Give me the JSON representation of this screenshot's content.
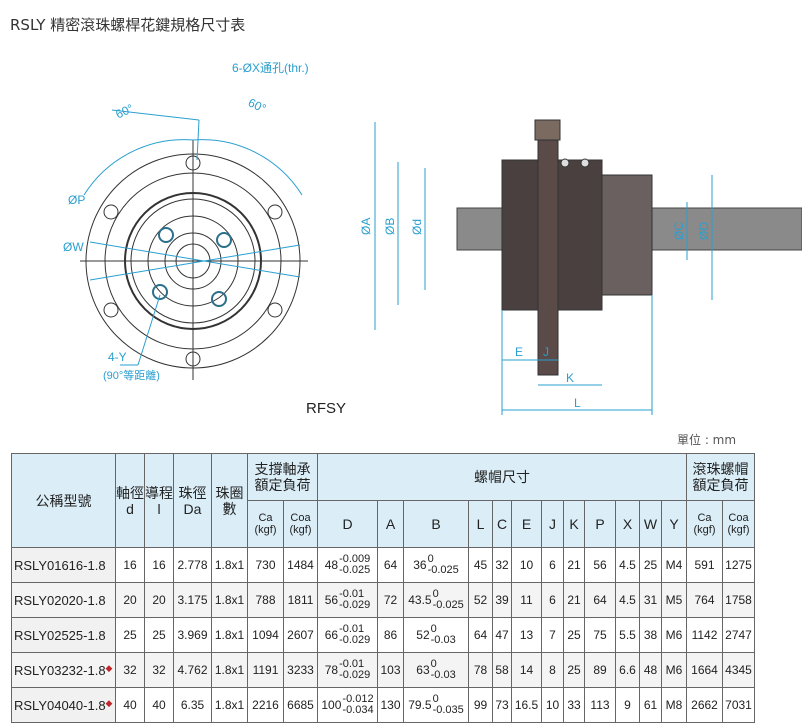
{
  "title": "RSLY 精密滾珠螺桿花鍵規格尺寸表",
  "drawing": {
    "label_holes": "6-ØX通孔(thr.)",
    "angle1": "60°",
    "angle2": "60°",
    "label_p": "ØP",
    "label_w": "ØW",
    "label_y": "4-Y",
    "label_y_note": "(90°等距離)",
    "model_label": "RFSY",
    "dims": {
      "A": "ØA",
      "B": "ØB",
      "d": "Ød",
      "C": "ØC",
      "D": "ØD",
      "E": "E",
      "J": "J",
      "K": "K",
      "L": "L"
    }
  },
  "unit": "單位 : mm",
  "table": {
    "headers": {
      "model": "公稱型號",
      "shaft": "軸徑",
      "shaft_sym": "d",
      "lead": "導程",
      "lead_sym": "l",
      "ball": "珠徑",
      "ball_sym": "Da",
      "turns": "珠圈數",
      "support": "支撐軸承額定負荷",
      "nut": "螺帽尺寸",
      "nut_load": "滾珠螺帽額定負荷",
      "ca": "Ca",
      "coa": "Coa",
      "kgf": "(kgf)",
      "cols": [
        "D",
        "A",
        "B",
        "L",
        "C",
        "E",
        "J",
        "K",
        "P",
        "X",
        "W",
        "Y"
      ]
    },
    "rows": [
      {
        "model": "RSLY01616-1.8",
        "mark": "",
        "d": "16",
        "l": "16",
        "da": "2.778",
        "turns": "1.8x1",
        "sca": "730",
        "scoa": "1484",
        "D": "48",
        "D_up": "-0.009",
        "D_lo": "-0.025",
        "A": "64",
        "B": "36",
        "B_up": "0",
        "B_lo": "-0.025",
        "L": "45",
        "C": "32",
        "E": "10",
        "J": "6",
        "K": "21",
        "P": "56",
        "X": "4.5",
        "W": "25",
        "Y": "M4",
        "ca": "591",
        "coa": "1275"
      },
      {
        "model": "RSLY02020-1.8",
        "mark": "",
        "d": "20",
        "l": "20",
        "da": "3.175",
        "turns": "1.8x1",
        "sca": "788",
        "scoa": "1811",
        "D": "56",
        "D_up": "-0.01",
        "D_lo": "-0.029",
        "A": "72",
        "B": "43.5",
        "B_up": "0",
        "B_lo": "-0.025",
        "L": "52",
        "C": "39",
        "E": "11",
        "J": "6",
        "K": "21",
        "P": "64",
        "X": "4.5",
        "W": "31",
        "Y": "M5",
        "ca": "764",
        "coa": "1758"
      },
      {
        "model": "RSLY02525-1.8",
        "mark": "",
        "d": "25",
        "l": "25",
        "da": "3.969",
        "turns": "1.8x1",
        "sca": "1094",
        "scoa": "2607",
        "D": "66",
        "D_up": "-0.01",
        "D_lo": "-0.029",
        "A": "86",
        "B": "52",
        "B_up": "0",
        "B_lo": "-0.03",
        "L": "64",
        "C": "47",
        "E": "13",
        "J": "7",
        "K": "25",
        "P": "75",
        "X": "5.5",
        "W": "38",
        "Y": "M6",
        "ca": "1142",
        "coa": "2747"
      },
      {
        "model": "RSLY03232-1.8",
        "mark": "◆",
        "d": "32",
        "l": "32",
        "da": "4.762",
        "turns": "1.8x1",
        "sca": "1191",
        "scoa": "3233",
        "D": "78",
        "D_up": "-0.01",
        "D_lo": "-0.029",
        "A": "103",
        "B": "63",
        "B_up": "0",
        "B_lo": "-0.03",
        "L": "78",
        "C": "58",
        "E": "14",
        "J": "8",
        "K": "25",
        "P": "89",
        "X": "6.6",
        "W": "48",
        "Y": "M6",
        "ca": "1664",
        "coa": "4345"
      },
      {
        "model": "RSLY04040-1.8",
        "mark": "◆",
        "d": "40",
        "l": "40",
        "da": "6.35",
        "turns": "1.8x1",
        "sca": "2216",
        "scoa": "6685",
        "D": "100",
        "D_up": "-0.012",
        "D_lo": "-0.034",
        "A": "130",
        "B": "79.5",
        "B_up": "0",
        "B_lo": "-0.035",
        "L": "99",
        "C": "73",
        "E": "16.5",
        "J": "10",
        "K": "33",
        "P": "113",
        "X": "9",
        "W": "61",
        "Y": "M8",
        "ca": "2662",
        "coa": "7031"
      }
    ]
  }
}
